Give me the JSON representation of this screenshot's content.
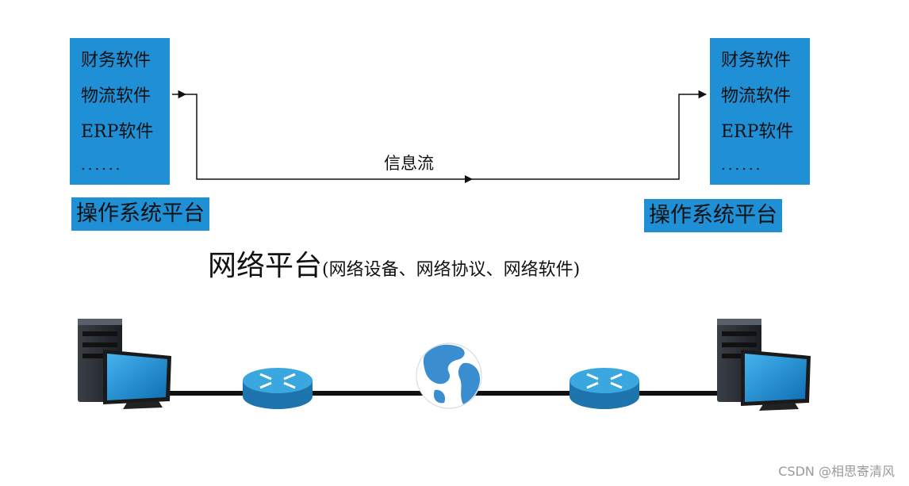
{
  "left_stack": {
    "apps": [
      "财务软件",
      "物流软件",
      "ERP软件",
      "......"
    ],
    "os": "操作系统平台"
  },
  "right_stack": {
    "apps": [
      "财务软件",
      "物流软件",
      "ERP软件",
      "......"
    ],
    "os": "操作系统平台"
  },
  "flow_label": "信息流",
  "network": {
    "title": "网络平台",
    "subtitle": "(网络设备、网络协议、网络软件)"
  },
  "devices": [
    "server-left-icon",
    "router-left-icon",
    "globe-icon",
    "router-right-icon",
    "server-right-icon"
  ],
  "colors": {
    "box": "#1f8fd6",
    "router": "#2f9ad3",
    "ocean": "#3a8dcf"
  },
  "watermark": "CSDN @相思寄清风"
}
